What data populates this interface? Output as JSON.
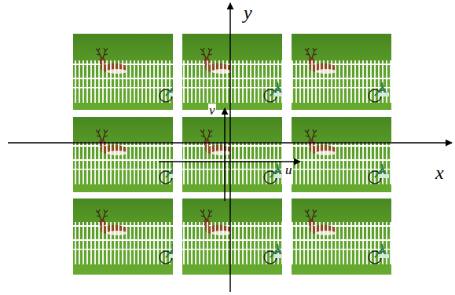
{
  "diagram": {
    "labels": [
      "y",
      "x",
      "v",
      "u"
    ]
  }
}
